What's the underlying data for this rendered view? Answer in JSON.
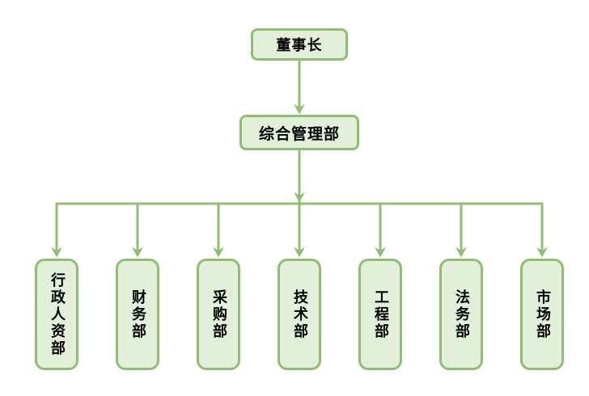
{
  "diagram": {
    "type": "org-chart",
    "root": {
      "label": "董事长"
    },
    "middle": {
      "label": "综合管理部"
    },
    "departments": [
      {
        "label": "行政人资部"
      },
      {
        "label": "财务部"
      },
      {
        "label": "采购部"
      },
      {
        "label": "技术部"
      },
      {
        "label": "工程部"
      },
      {
        "label": "法务部"
      },
      {
        "label": "市场部"
      }
    ],
    "colors": {
      "node_fill": "#E2EFD9",
      "node_border": "#8FBE72",
      "connector": "#8FBE72",
      "text": "#000000",
      "background": "#FFFFFF"
    }
  }
}
